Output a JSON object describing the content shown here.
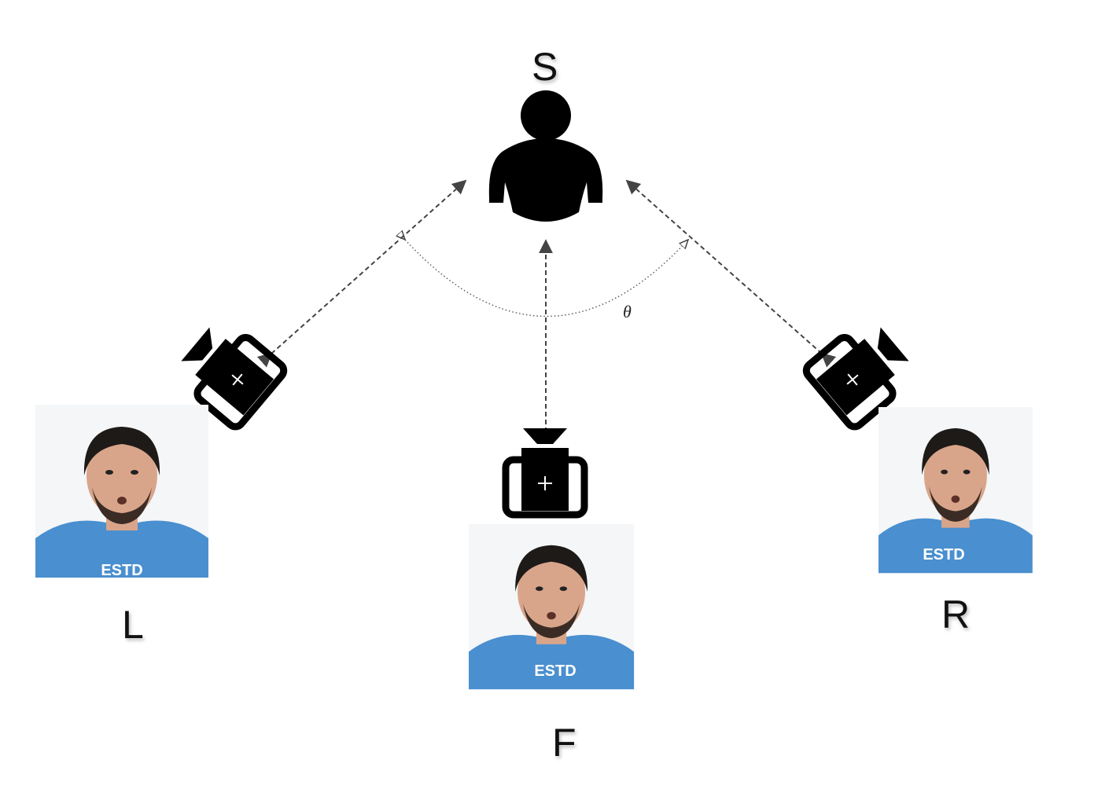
{
  "labels": {
    "subject": "S",
    "left": "L",
    "front": "F",
    "right": "R",
    "angle": "θ"
  },
  "icons": {
    "subject": "person-icon",
    "cameras": [
      "left-camera-icon",
      "front-camera-icon",
      "right-camera-icon"
    ]
  },
  "photos": {
    "shirt_text": "ESTD",
    "shirt_color": "#4a8fcf",
    "skin_color": "#d9a58a",
    "hair_color": "#1e1a18"
  },
  "colors": {
    "icon": "#000000",
    "arrow": "#444444",
    "background": "#ffffff"
  }
}
